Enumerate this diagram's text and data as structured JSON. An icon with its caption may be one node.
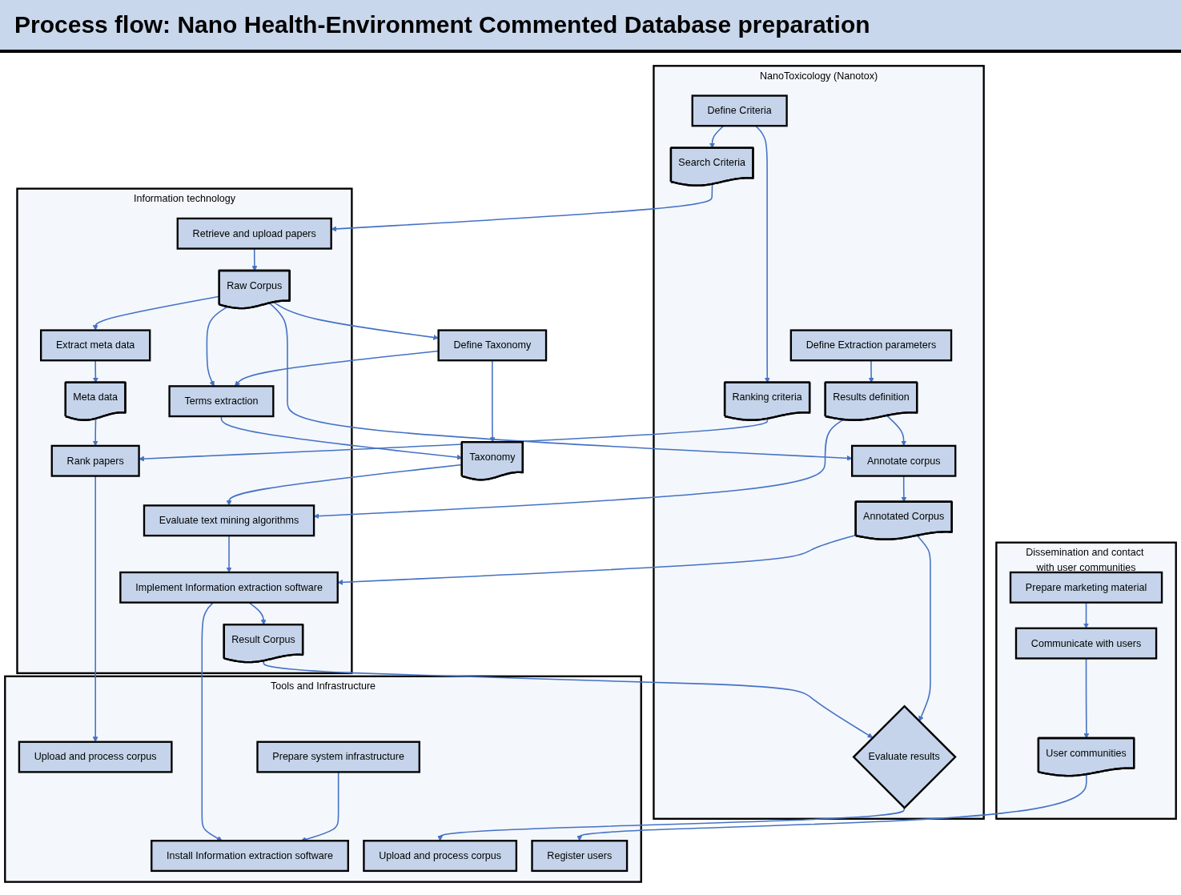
{
  "diagram": {
    "title": "Process flow: Nano Health-Environment Commented Database preparation",
    "nodes": [
      {
        "text": [
          "Information technology"
        ]
      },
      {
        "text": [
          "Retrieve and upload papers"
        ],
        "in": 0
      },
      {
        "text": [
          "Raw Corpus"
        ],
        "in": 0
      },
      {
        "text": [
          "Extract meta data"
        ],
        "in": 0
      },
      {
        "text": [
          "Meta data"
        ],
        "in": 0
      },
      {
        "text": [
          "Rank papers"
        ],
        "in": 0
      },
      {
        "text": [
          "Terms extraction"
        ],
        "in": 0
      },
      {
        "text": [
          "Evaluate text mining algorithms"
        ],
        "in": 0
      },
      {
        "text": [
          "Implement Information extraction software"
        ],
        "in": 0
      },
      {
        "text": [
          "Result Corpus"
        ],
        "in": 0
      },
      {
        "text": [
          "Define Taxonomy"
        ]
      },
      {
        "text": [
          "Taxonomy"
        ]
      },
      {
        "text": [
          "NanoToxicology (Nanotox)"
        ]
      },
      {
        "text": [
          "Search Criteria"
        ],
        "in": 12
      },
      {
        "text": [
          "Define Extraction parameters"
        ],
        "in": 12
      },
      {
        "text": [
          "Results definition"
        ],
        "in": 12
      },
      {
        "text": [
          "Annotated Corpus"
        ],
        "in": 12
      },
      {
        "text": [
          "Evaluate results"
        ],
        "in": 12
      },
      {
        "text": [
          "Annotate corpus"
        ],
        "in": 12
      },
      {
        "text": [
          "Define Criteria"
        ],
        "in": 12
      },
      {
        "text": [
          "Ranking criteria"
        ],
        "in": 12
      },
      {
        "text": [
          "Tools and Infrastructure"
        ]
      },
      {
        "text": [
          "Upload and process corpus"
        ],
        "in": 21
      },
      {
        "text": [
          "Prepare system infrastructure"
        ],
        "in": 21
      },
      {
        "text": [
          "Install Information extraction software"
        ],
        "in": 21
      },
      {
        "text": [
          "Upload and process corpus"
        ],
        "in": 21
      },
      {
        "text": [
          "Register users"
        ],
        "in": 21
      },
      {
        "text": [
          "Dissemination and contact with user communities"
        ]
      },
      {
        "text": [
          "Prepare marketing material"
        ],
        "in": 27
      },
      {
        "text": [
          "Communicate with users"
        ],
        "in": 27
      },
      {
        "text": [
          "User communities"
        ],
        "in": 27
      }
    ],
    "edges": [
      {
        "from": 1,
        "to": 2,
        "arrow": "to"
      },
      {
        "from": 2,
        "to": 3,
        "arrow": "to"
      },
      {
        "from": 2,
        "to": 6,
        "arrow": "to"
      },
      {
        "from": 10,
        "to": 6,
        "arrow": "to"
      },
      {
        "from": 2,
        "to": 10,
        "arrow": "to"
      },
      {
        "from": 2,
        "to": 18,
        "arrow": "to"
      },
      {
        "from": 3,
        "to": 4,
        "arrow": "to"
      },
      {
        "from": 4,
        "to": 5,
        "arrow": "to"
      },
      {
        "from": 6,
        "to": 11,
        "arrow": "to"
      },
      {
        "from": 10,
        "to": 11,
        "arrow": "to"
      },
      {
        "from": 11,
        "to": 7,
        "arrow": "to"
      },
      {
        "from": 15,
        "to": 7,
        "arrow": "to"
      },
      {
        "from": 7,
        "to": 8,
        "arrow": "to"
      },
      {
        "from": 20,
        "to": 5,
        "arrow": "to"
      },
      {
        "from": 5,
        "to": 22,
        "arrow": "to"
      },
      {
        "from": 8,
        "to": 9,
        "arrow": "to"
      },
      {
        "from": 8,
        "to": 24,
        "arrow": "to"
      },
      {
        "from": 9,
        "to": 17,
        "arrow": "to"
      },
      {
        "from": 16,
        "to": 8,
        "arrow": "to"
      },
      {
        "from": 18,
        "to": 16,
        "arrow": "to"
      },
      {
        "from": 16,
        "to": 17,
        "arrow": "to"
      },
      {
        "from": 17,
        "to": 25,
        "arrow": "to"
      },
      {
        "from": 13,
        "to": 1,
        "arrow": "to"
      },
      {
        "from": 19,
        "to": 13,
        "arrow": "to"
      },
      {
        "from": 19,
        "to": 20,
        "arrow": "to"
      },
      {
        "from": 14,
        "to": 15,
        "arrow": "to"
      },
      {
        "from": 15,
        "to": 18,
        "arrow": "to"
      },
      {
        "from": 23,
        "to": 24,
        "arrow": "to"
      },
      {
        "from": 30,
        "to": 26,
        "arrow": "to"
      },
      {
        "from": 28,
        "to": 29,
        "arrow": "to"
      },
      {
        "from": 29,
        "to": 30,
        "arrow": "to"
      }
    ]
  }
}
